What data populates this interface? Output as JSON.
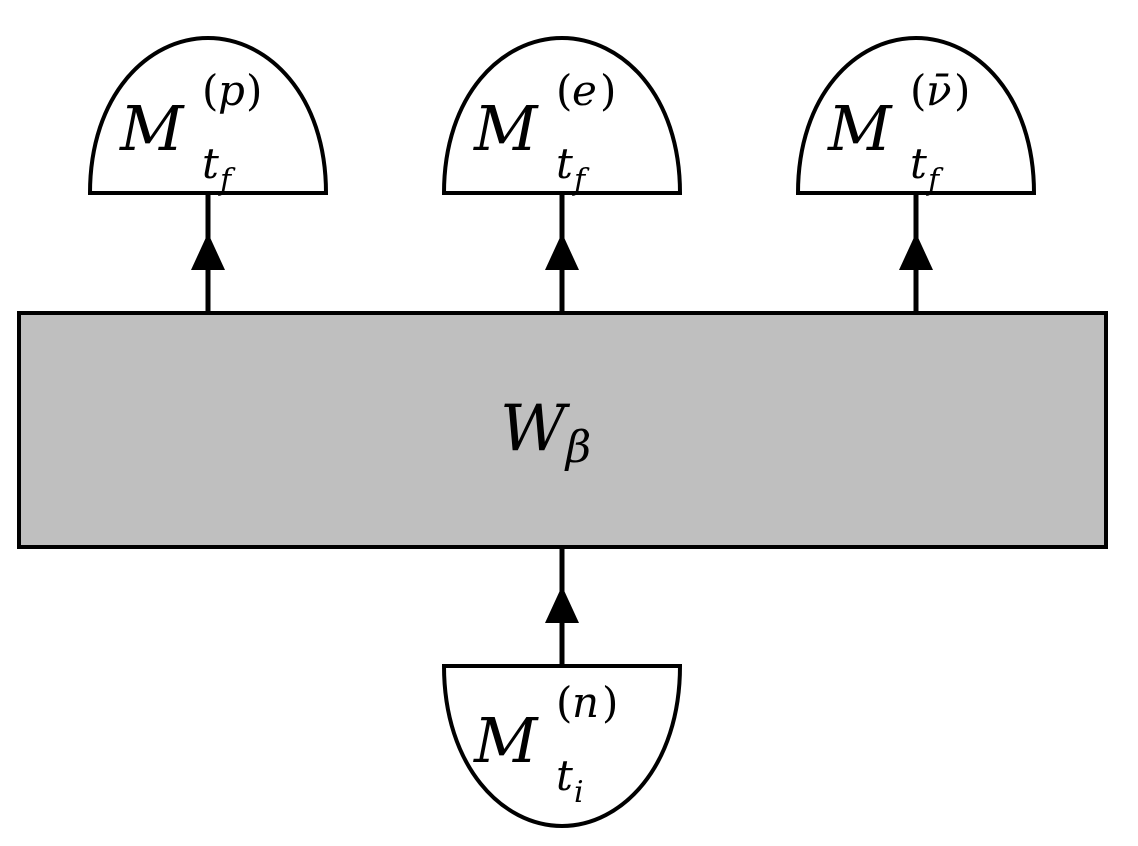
{
  "colors": {
    "stroke": "#000000",
    "box_fill": "#bfbfbf",
    "meter_fill": "#ffffff"
  },
  "operator": {
    "main": "W",
    "sub": "β"
  },
  "outputs": [
    {
      "main": "M",
      "sub": "t",
      "sub_sub": "f",
      "sup": "p"
    },
    {
      "main": "M",
      "sub": "t",
      "sub_sub": "f",
      "sup": "e"
    },
    {
      "main": "M",
      "sub": "t",
      "sub_sub": "f",
      "sup": "ν̄"
    }
  ],
  "input": {
    "main": "M",
    "sub": "t",
    "sub_sub": "i",
    "sup": "n"
  }
}
